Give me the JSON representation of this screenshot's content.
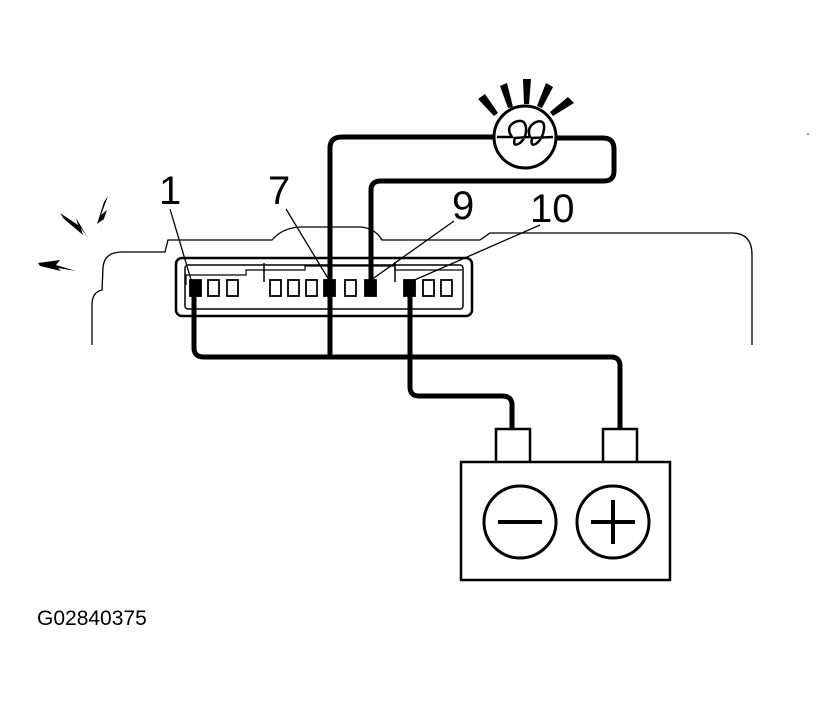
{
  "diagram": {
    "pin_labels": [
      "1",
      "7",
      "9",
      "10"
    ],
    "figure_id": "G02840375",
    "battery": {
      "negative_symbol": "−",
      "positive_symbol": "+"
    },
    "components": [
      "connector",
      "test-bulb",
      "battery",
      "wiring-harness",
      "spark-icons",
      "light-ray-icons"
    ],
    "colors": {
      "ink": "#000000",
      "background": "#ffffff"
    }
  }
}
